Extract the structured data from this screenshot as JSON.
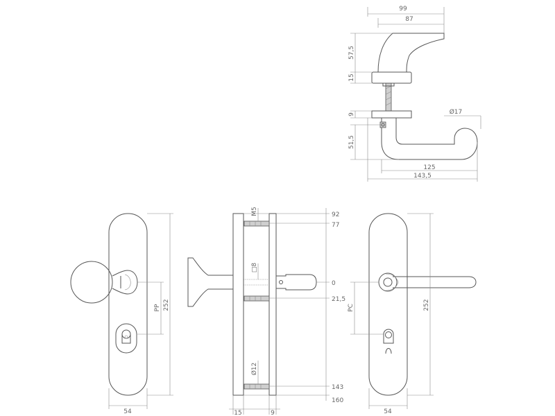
{
  "labels": {
    "d99": "99",
    "d87": "87",
    "d57_5": "57,5",
    "d15_top": "15",
    "d9": "9",
    "d51_5": "51,5",
    "d125": "125",
    "d143_5": "143,5",
    "d17": "Ø17",
    "pp": "PP",
    "l252_left": "252",
    "l54_left": "54",
    "m5": "M5",
    "sq8": "□8",
    "d12": "Ø12",
    "n92": "92",
    "n77": "77",
    "n0": "0",
    "n21_5": "21,5",
    "n143": "143",
    "n160": "160",
    "n15_bottom": "15",
    "n9_bottom": "9",
    "pc": "PC",
    "l252_right": "252",
    "l54_right": "54"
  }
}
